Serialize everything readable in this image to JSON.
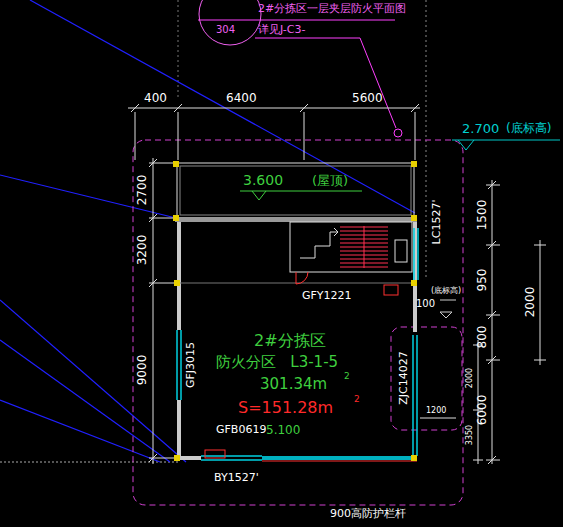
{
  "diagram": {
    "nodes": [
      {
        "text": [
          "304"
        ]
      },
      {
        "text": [
          "2#分拣区",
          "防火分区   L3-1-5",
          "301.34m",
          "2",
          "S=151.28m",
          "2"
        ]
      }
    ],
    "labels": [
      "2#分拣区一层夹层防火平面图",
      "详见J-C3-",
      "400",
      "6400",
      "5600",
      "2.700",
      "(底标高)",
      "2700",
      "3200",
      "9000",
      "3.600",
      "(屋顶)",
      "1500",
      "950",
      "800",
      "6000",
      "2000",
      "2000",
      "3350",
      "1200",
      "LC1527'",
      "GFY1221",
      "100",
      "(底标高)",
      "GFJ3015",
      "GFB0619",
      "5.100",
      "BY1527'",
      "ZJC14027",
      "900高防护栏杆"
    ]
  }
}
